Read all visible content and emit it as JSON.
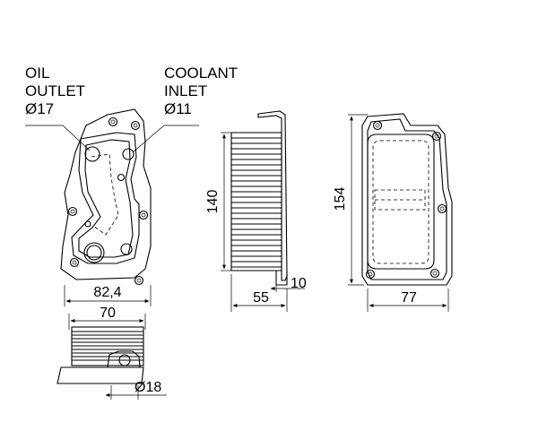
{
  "labels": {
    "oil_outlet": [
      "OIL",
      "OUTLET",
      "Ø17"
    ],
    "coolant_inlet": [
      "COOLANT",
      "INLET",
      "Ø11"
    ]
  },
  "dimensions": {
    "front_width": "82,4",
    "bottom_width": "70",
    "bottom_port": "Ø18",
    "side_height": "140",
    "side_depth": "55",
    "side_flange": "10",
    "rear_height": "154",
    "rear_width": "77"
  }
}
